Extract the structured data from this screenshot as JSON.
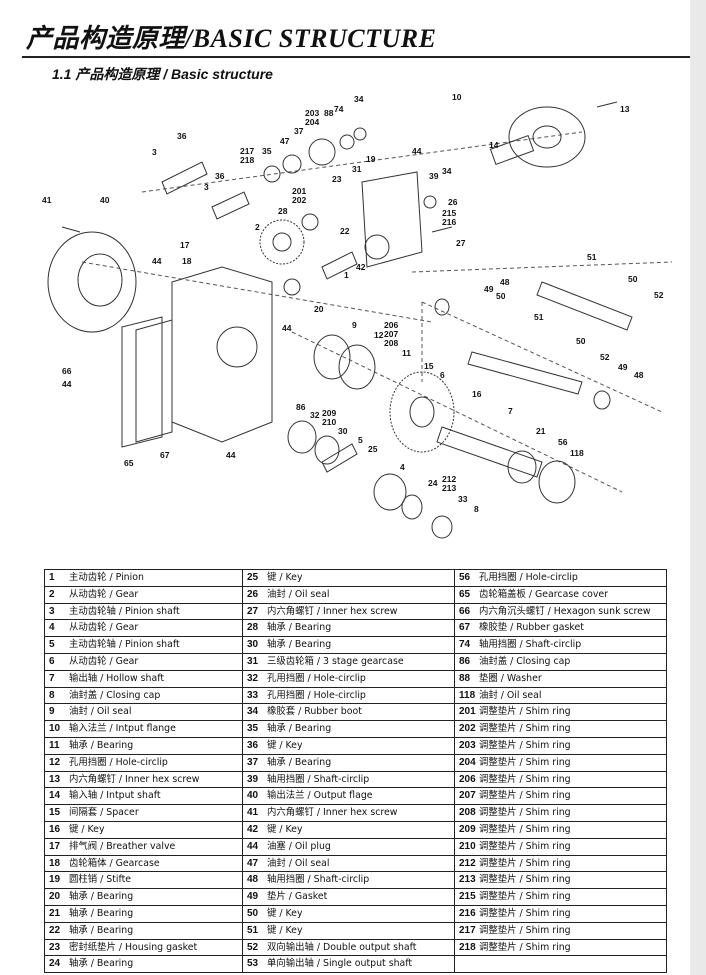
{
  "header": {
    "title": "产品构造原理/BASIC STRUCTURE"
  },
  "section": {
    "title": "1.1  产品构造原理 / Basic structure"
  },
  "diagram_labels": {
    "l3": "3",
    "l36": "36",
    "l217": "217",
    "l218": "218",
    "l35": "35",
    "l47": "47",
    "l37": "37",
    "l203": "203",
    "l204": "204",
    "l88": "88",
    "l74": "74",
    "l34": "34",
    "l10": "10",
    "l13": "13",
    "l14": "14",
    "l19": "19",
    "l31": "31",
    "l23": "23",
    "l44": "44",
    "l39": "39",
    "l26": "26",
    "l215": "215",
    "l216": "216",
    "l201": "201",
    "l202": "202",
    "l28": "28",
    "l2": "2",
    "l22": "22",
    "l27": "27",
    "l41": "41",
    "l40": "40",
    "l17": "17",
    "l18": "18",
    "l42": "42",
    "l1": "1",
    "l20": "20",
    "l51": "51",
    "l50": "50",
    "l52": "52",
    "l48": "48",
    "l49": "49",
    "l9": "9",
    "l12": "12",
    "l206": "206",
    "l207": "207",
    "l208": "208",
    "l11": "11",
    "l15": "15",
    "l6": "6",
    "l66": "66",
    "l16": "16",
    "l7": "7",
    "l86": "86",
    "l32": "32",
    "l209": "209",
    "l210": "210",
    "l30": "30",
    "l21": "21",
    "l56": "56",
    "l118": "118",
    "l5": "5",
    "l25": "25",
    "l4": "4",
    "l24": "24",
    "l212": "212",
    "l213": "213",
    "l33": "33",
    "l8": "8",
    "l65": "65",
    "l67": "67"
  },
  "parts": {
    "col1": [
      {
        "no": "1",
        "desc": "主动齿轮 / Pinion"
      },
      {
        "no": "2",
        "desc": "从动齿轮 / Gear"
      },
      {
        "no": "3",
        "desc": "主动齿轮轴 / Pinion shaft"
      },
      {
        "no": "4",
        "desc": "从动齿轮 / Gear"
      },
      {
        "no": "5",
        "desc": "主动齿轮轴 / Pinion shaft"
      },
      {
        "no": "6",
        "desc": "从动齿轮 / Gear"
      },
      {
        "no": "7",
        "desc": "输出轴 / Hollow shaft"
      },
      {
        "no": "8",
        "desc": "油封盖 / Closing cap"
      },
      {
        "no": "9",
        "desc": "油封 / Oil seal"
      },
      {
        "no": "10",
        "desc": "输入法兰 / Intput flange"
      },
      {
        "no": "11",
        "desc": "轴承 / Bearing"
      },
      {
        "no": "12",
        "desc": "孔用挡圈 / Hole-circlip"
      },
      {
        "no": "13",
        "desc": "内六角螺钉 / Inner hex screw"
      },
      {
        "no": "14",
        "desc": "输入轴 / Intput shaft"
      },
      {
        "no": "15",
        "desc": "间隔套 / Spacer"
      },
      {
        "no": "16",
        "desc": "键 / Key"
      },
      {
        "no": "17",
        "desc": "排气阀 / Breather valve"
      },
      {
        "no": "18",
        "desc": "齿轮箱体 / Gearcase"
      },
      {
        "no": "19",
        "desc": "圆柱销 / Stifte"
      },
      {
        "no": "20",
        "desc": "轴承 / Bearing"
      },
      {
        "no": "21",
        "desc": "轴承 / Bearing"
      },
      {
        "no": "22",
        "desc": "轴承 / Bearing"
      },
      {
        "no": "23",
        "desc": "密封纸垫片 / Housing gasket"
      },
      {
        "no": "24",
        "desc": "轴承 / Bearing"
      }
    ],
    "col2": [
      {
        "no": "25",
        "desc": "键 / Key"
      },
      {
        "no": "26",
        "desc": "油封 / Oil seal"
      },
      {
        "no": "27",
        "desc": "内六角螺钉 / Inner hex screw"
      },
      {
        "no": "28",
        "desc": "轴承 / Bearing"
      },
      {
        "no": "30",
        "desc": "轴承 / Bearing"
      },
      {
        "no": "31",
        "desc": "三级齿轮箱 / 3 stage gearcase"
      },
      {
        "no": "32",
        "desc": "孔用挡圈 / Hole-circlip"
      },
      {
        "no": "33",
        "desc": "孔用挡圈 / Hole-circlip"
      },
      {
        "no": "34",
        "desc": "橡胶套 / Rubber boot"
      },
      {
        "no": "35",
        "desc": "轴承 / Bearing"
      },
      {
        "no": "36",
        "desc": "键 / Key"
      },
      {
        "no": "37",
        "desc": "轴承 / Bearing"
      },
      {
        "no": "39",
        "desc": "轴用挡圈 / Shaft-circlip"
      },
      {
        "no": "40",
        "desc": "输出法兰 / Output flage"
      },
      {
        "no": "41",
        "desc": "内六角螺钉 / Inner hex screw"
      },
      {
        "no": "42",
        "desc": "键 / Key"
      },
      {
        "no": "44",
        "desc": "油塞 / Oil plug"
      },
      {
        "no": "47",
        "desc": "油封 / Oil seal"
      },
      {
        "no": "48",
        "desc": "轴用挡圈 / Shaft-circlip"
      },
      {
        "no": "49",
        "desc": "垫片 / Gasket"
      },
      {
        "no": "50",
        "desc": "键 / Key"
      },
      {
        "no": "51",
        "desc": "键 / Key"
      },
      {
        "no": "52",
        "desc": "双向输出轴 / Double output shaft"
      },
      {
        "no": "53",
        "desc": "单向输出轴 / Single output shaft"
      }
    ],
    "col3": [
      {
        "no": "56",
        "desc": "孔用挡圈 / Hole-circlip"
      },
      {
        "no": "65",
        "desc": "齿轮箱盖板 / Gearcase cover"
      },
      {
        "no": "66",
        "desc": "内六角沉头螺钉 / Hexagon sunk screw"
      },
      {
        "no": "67",
        "desc": "橡胶垫 / Rubber gasket"
      },
      {
        "no": "74",
        "desc": "轴用挡圈 / Shaft-circlip"
      },
      {
        "no": "86",
        "desc": "油封盖 / Closing cap"
      },
      {
        "no": "88",
        "desc": "垫圈 / Washer"
      },
      {
        "no": "118",
        "desc": "油封 / Oil seal"
      },
      {
        "no": "201",
        "desc": "调整垫片 / Shim ring"
      },
      {
        "no": "202",
        "desc": "调整垫片 / Shim ring"
      },
      {
        "no": "203",
        "desc": "调整垫片 / Shim ring"
      },
      {
        "no": "204",
        "desc": "调整垫片 / Shim ring"
      },
      {
        "no": "206",
        "desc": "调整垫片 / Shim ring"
      },
      {
        "no": "207",
        "desc": "调整垫片 / Shim ring"
      },
      {
        "no": "208",
        "desc": "调整垫片 / Shim ring"
      },
      {
        "no": "209",
        "desc": "调整垫片 / Shim ring"
      },
      {
        "no": "210",
        "desc": "调整垫片 / Shim ring"
      },
      {
        "no": "212",
        "desc": "调整垫片 / Shim ring"
      },
      {
        "no": "213",
        "desc": "调整垫片 / Shim ring"
      },
      {
        "no": "215",
        "desc": "调整垫片 / Shim ring"
      },
      {
        "no": "216",
        "desc": "调整垫片 / Shim ring"
      },
      {
        "no": "217",
        "desc": "调整垫片 / Shim ring"
      },
      {
        "no": "218",
        "desc": "调整垫片 / Shim ring"
      },
      {
        "no": "",
        "desc": ""
      }
    ]
  }
}
